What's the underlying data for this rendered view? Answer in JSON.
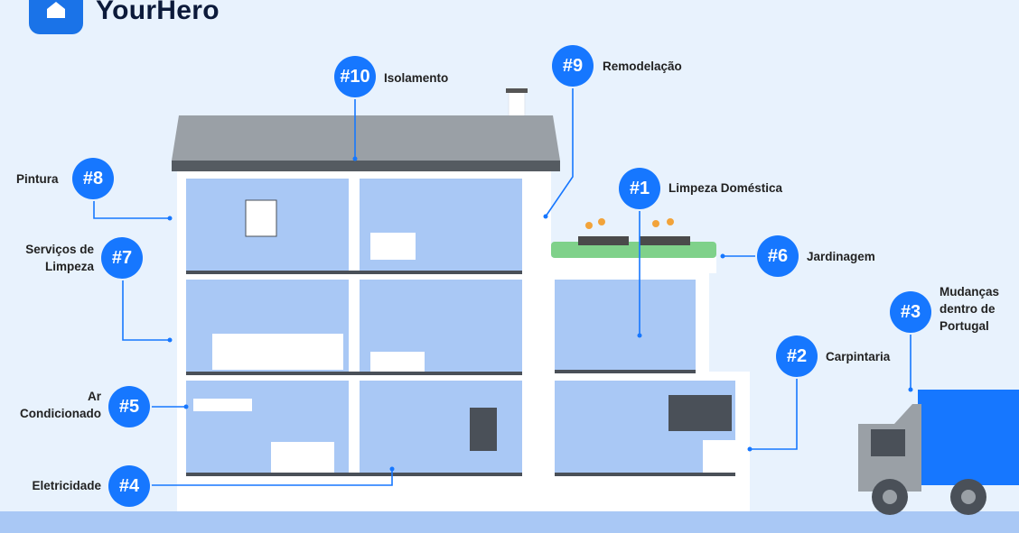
{
  "brand": {
    "name": "YourHero"
  },
  "colors": {
    "accent": "#1677ff",
    "house_wall": "#ffffff",
    "room": "#a9c8f5",
    "roof": "#9aa0a6",
    "ground": "#a9c8f5"
  },
  "services": [
    {
      "num": "#1",
      "label": "Limpeza Doméstica"
    },
    {
      "num": "#2",
      "label": "Carpintaria"
    },
    {
      "num": "#3",
      "label": "Mudanças dentro de Portugal"
    },
    {
      "num": "#4",
      "label": "Eletricidade"
    },
    {
      "num": "#5",
      "label": "Ar Condicionado"
    },
    {
      "num": "#6",
      "label": "Jardinagem"
    },
    {
      "num": "#7",
      "label": "Serviços de Limpeza"
    },
    {
      "num": "#8",
      "label": "Pintura"
    },
    {
      "num": "#9",
      "label": "Remodelação"
    },
    {
      "num": "#10",
      "label": "Isolamento"
    }
  ]
}
